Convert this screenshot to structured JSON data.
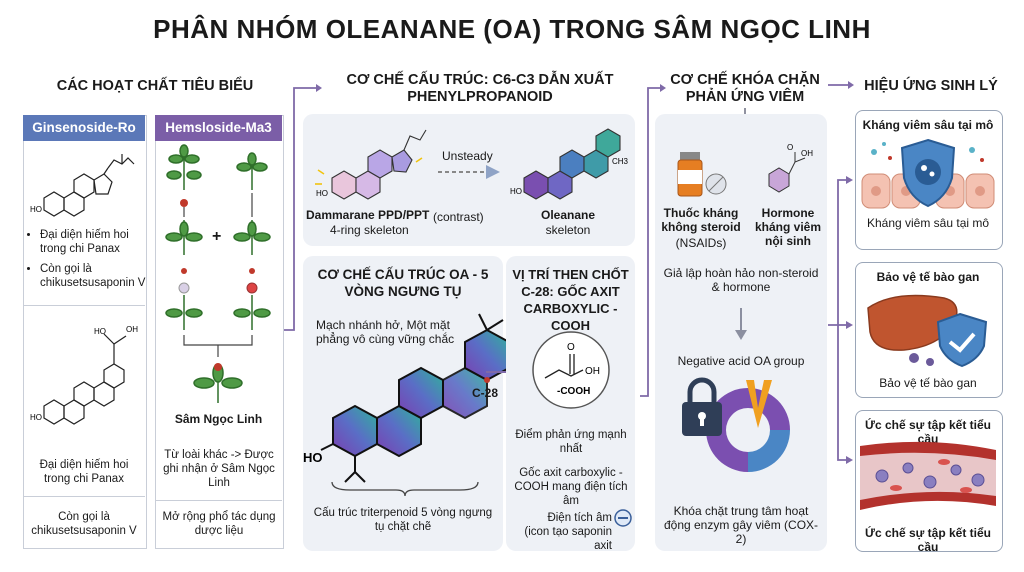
{
  "title": "PHÂN NHÓM OLEANANE (OA) TRONG SÂM NGỌC LINH",
  "col1": {
    "header": "CÁC HOẠT CHẤT TIÊU BIỂU",
    "ro": {
      "tag": "Ginsenoside-Ro",
      "bullet1": "Đại diện hiếm hoi trong chi Panax",
      "bullet2": "Còn gọi là chikusetsusaponin V",
      "caption1": "Đại diện hiếm hoi trong chi Panax",
      "caption2": "Còn gọi là chikusetsusaponin V"
    },
    "ma3": {
      "tag": "Hemsloside-Ma3",
      "plus": "+",
      "plant_label": "Sâm Ngọc Linh",
      "caption1": "Từ loài khác -> Được ghi nhận ở Sâm Ngọc Linh",
      "caption2": "Mở rộng phổ tác dụng dược liệu"
    }
  },
  "col2": {
    "header": "CƠ CHẾ CẤU TRÚC: C6-C3 DẪN XUẤT PHENYLPROPANOID",
    "dammarane_label": "Dammarane PPD/PPT",
    "contrast": "(contrast)",
    "dammarane_sub": "4-ring skeleton",
    "unsteady": "Unsteady",
    "oleanane_label": "Oleanane",
    "oleanane_sub": "skeleton",
    "ch3": "CH3",
    "ho": "HO",
    "oa_box": {
      "header": "CƠ CHẾ CẤU TRÚC OA - 5 VÒNG NGƯNG TỤ",
      "note": "Mạch nhánh hở, Một mặt phẳng vô cùng vững chắc",
      "ho": "HO",
      "c28": "C-28",
      "caption": "Cấu trúc triterpenoid 5 vòng ngưng tụ chặt chẽ"
    },
    "c28_box": {
      "header": "VỊ TRÍ THEN CHỐT C-28: GỐC AXIT CARBOXYLIC -COOH",
      "o": "O",
      "oh": "OH",
      "cooh": "-COOH",
      "text1": "Điểm phản ứng mạnh nhất",
      "text2": "Gốc axit carboxylic -COOH mang điện tích âm",
      "text3": "Điện tích âm (icon tạo saponin axit"
    }
  },
  "col3": {
    "header": "CƠ CHẾ KHÓA CHẶN PHẢN ỨNG VIÊM",
    "nsaid": "Thuốc kháng không steroid",
    "nsaid_sub": "(NSAIDs)",
    "hormone": "Hormone kháng viêm nội sinh",
    "oh": "OH",
    "o": "O",
    "mimic": "Giả lập hoàn hảo non-steroid & hormone",
    "acid_group": "Negative acid OA group",
    "lock_caption": "Khóa chặt trung tâm hoạt động enzym gây viêm (COX-2)"
  },
  "col4": {
    "header": "HIỆU ỨNG SINH LÝ",
    "card1": {
      "title": "Kháng viêm sâu tại mô",
      "caption": "Kháng viêm sâu tại mô"
    },
    "card2": {
      "title": "Bảo vệ tế bào gan",
      "caption": "Bảo vệ tế bào gan"
    },
    "card3": {
      "title": "Ức chế sự tập kết tiểu cầu",
      "caption": "Ức chế sự tập kết tiểu cầu"
    }
  },
  "colors": {
    "ro_tag": "#5b78b8",
    "ma3_tag": "#7b5ea7",
    "arrow": "#7f6aa8",
    "green": "#3f8f3a",
    "shield": "#4a86c5",
    "liver": "#c0552f",
    "vessel": "#b3322d"
  }
}
